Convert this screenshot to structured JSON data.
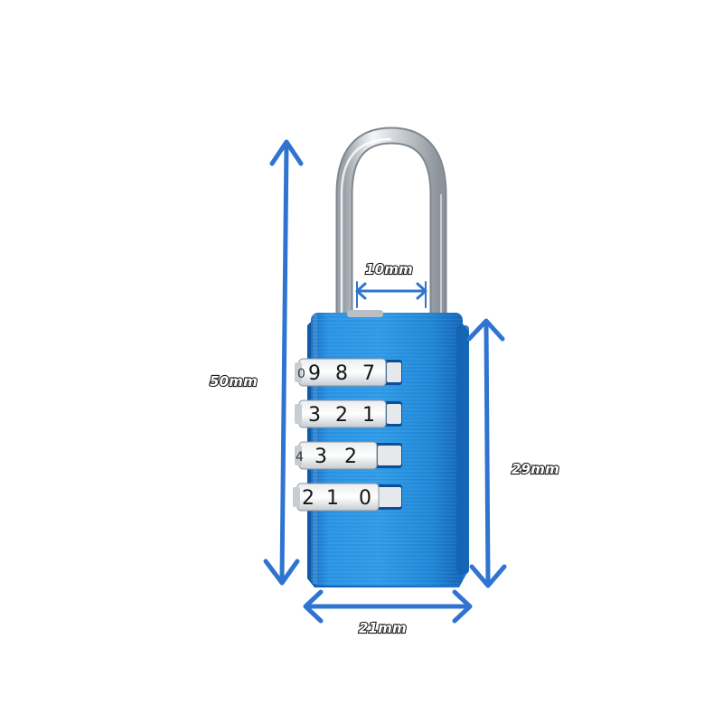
{
  "dimensions": {
    "overall_height": "50mm",
    "shackle_width": "10mm",
    "body_height": "29mm",
    "body_width": "21mm"
  },
  "dials": [
    {
      "digits": [
        "9",
        "8",
        "7"
      ],
      "edge": "0"
    },
    {
      "digits": [
        "3",
        "2",
        "1"
      ],
      "edge": ""
    },
    {
      "digits": [
        "3",
        "2"
      ],
      "edge": "4"
    },
    {
      "digits": [
        "2",
        "1",
        "0"
      ],
      "edge": ""
    }
  ],
  "colors": {
    "arrow": "#2f74d0",
    "body": "#1f86d6",
    "shackle": "#cfd3d8"
  }
}
